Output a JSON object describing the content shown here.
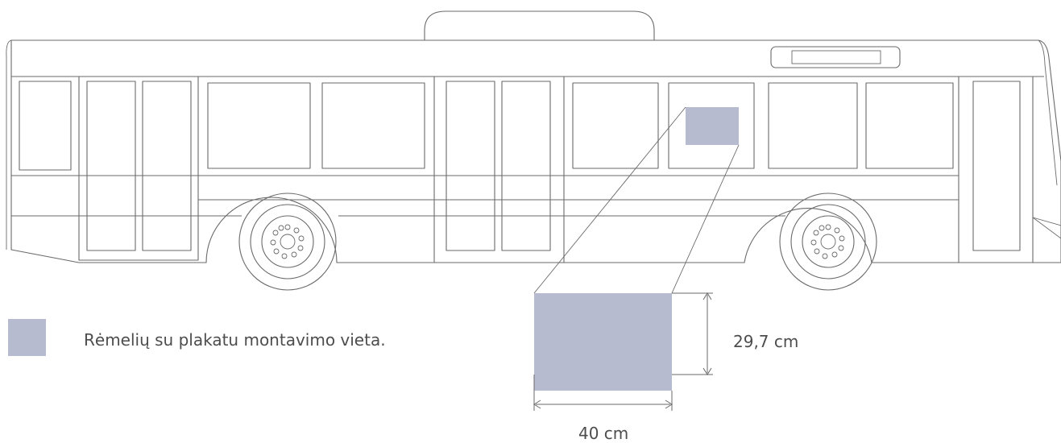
{
  "legend": {
    "text": "Rėmelių su plakatu montavimo vieta.",
    "swatch_color": "#b7bbd0"
  },
  "dimensions": {
    "height": "29,7 cm",
    "width": "40 cm"
  },
  "colors": {
    "outline": "#6a6a6a",
    "placement": "#b7bbd0",
    "text": "#4d4d4d"
  }
}
